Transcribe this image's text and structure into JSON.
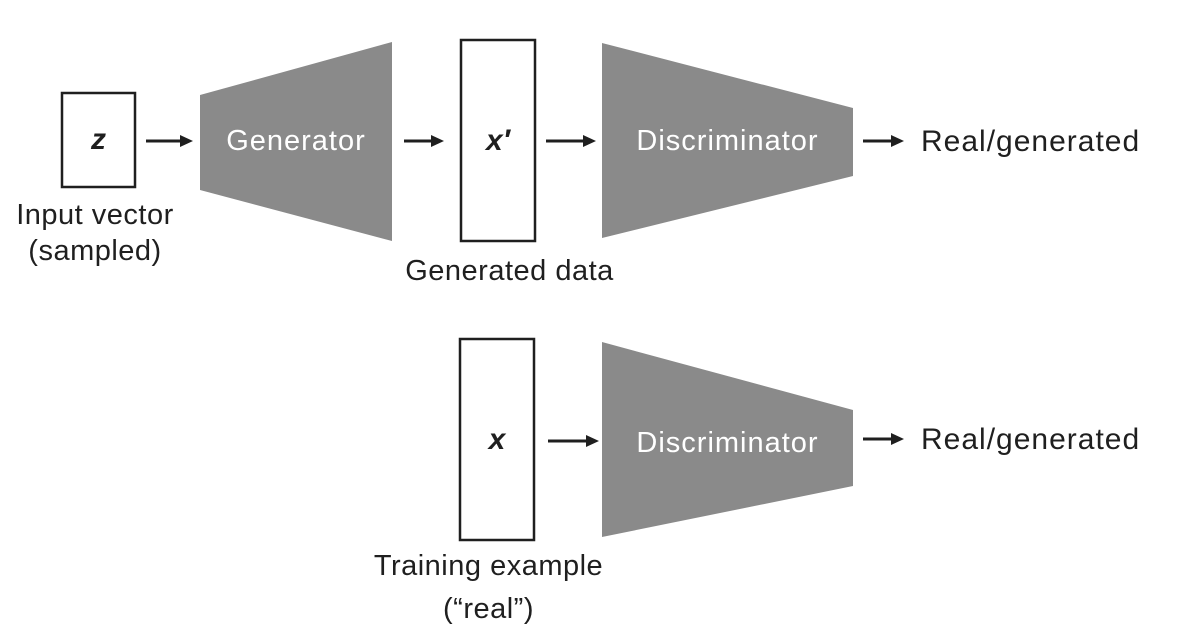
{
  "colors": {
    "background": "#ffffff",
    "shape_gray": "#8a8a8a",
    "ink": "#1f1f1f",
    "shape_text": "#ffffff",
    "box_fill": "#ffffff"
  },
  "top_row": {
    "input_box_label": "z",
    "input_caption": "Input vector\n(sampled)",
    "generator_label": "Generator",
    "generated_box_label": "x′",
    "generated_caption": "Generated data",
    "discriminator_label": "Discriminator",
    "output_label": "Real/generated"
  },
  "bottom_row": {
    "real_box_label": "x",
    "real_caption": "Training example\n(“real”)",
    "discriminator_label": "Discriminator",
    "output_label": "Real/generated"
  }
}
